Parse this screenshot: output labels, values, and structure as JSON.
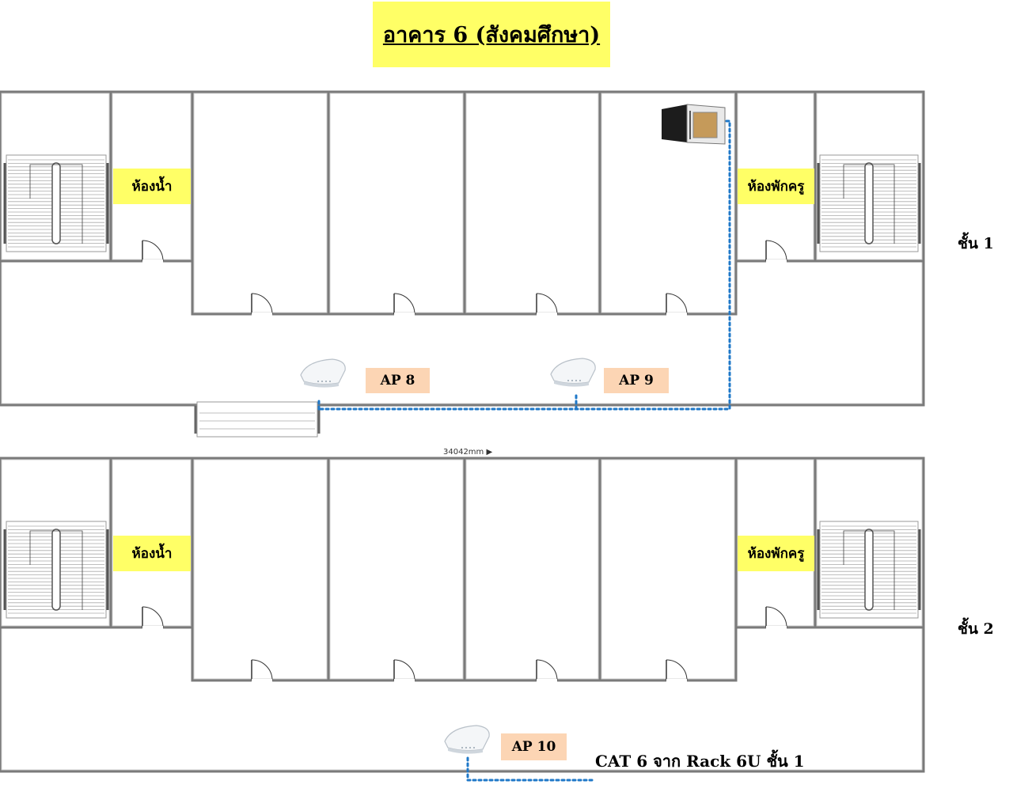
{
  "title": "อาคาร 6 (สังคมศึกษา)",
  "floors": [
    {
      "label": "ชั้น 1",
      "restroom": "ห้องน้ำ",
      "teacher_room": "ห้องพักครู"
    },
    {
      "label": "ชั้น 2",
      "restroom": "ห้องน้ำ",
      "teacher_room": "ห้องพักครู"
    }
  ],
  "access_points": [
    "AP 8",
    "AP 9",
    "AP 10"
  ],
  "dimension": "34042mm",
  "cable_note": "CAT 6 จาก Rack 6U ชั้น 1",
  "colors": {
    "label_yellow": "#ffff66",
    "ap_label": "#fcd5b4",
    "cable": "#1f78c8",
    "wall": "#7a7a7a"
  },
  "icons": [
    "network-rack-icon",
    "wireless-access-point-icon",
    "staircase-icon",
    "door-icon"
  ]
}
